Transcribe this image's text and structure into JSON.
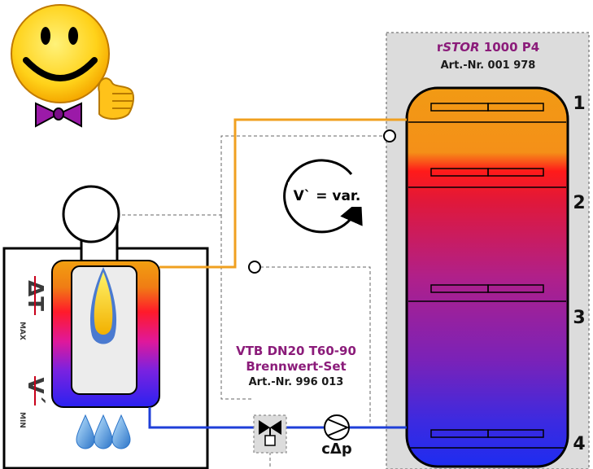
{
  "storage": {
    "name_prefix": "r",
    "name_italic": "STOR",
    "name_suffix": " 1000 P4",
    "article": "Art.-Nr. 001 978",
    "zones": [
      "1",
      "2",
      "3",
      "4"
    ]
  },
  "flow": {
    "label": "V` = var."
  },
  "set": {
    "name": "VTB DN20 T60-90",
    "subtitle": "Brennwert-Set",
    "article": "Art.-Nr. 996 013"
  },
  "boiler": {
    "dt_label": "ΔT",
    "dt_sub": "MAX",
    "v_label": "V´",
    "v_sub": "MIN"
  },
  "pump": {
    "label": "cΔp"
  },
  "icons": [
    "smiley-thumbs-up-icon",
    "flame-icon",
    "water-drops-icon",
    "valve-icon",
    "pump-icon",
    "rotation-arrow-icon",
    "sensor-icon"
  ],
  "colors": {
    "supply_line": "#f0a020",
    "return_line": "#1f3fd8",
    "brand_purple": "#8b1c7a",
    "tank_hot": "#f29a14",
    "tank_cold": "#1e2cf0"
  }
}
